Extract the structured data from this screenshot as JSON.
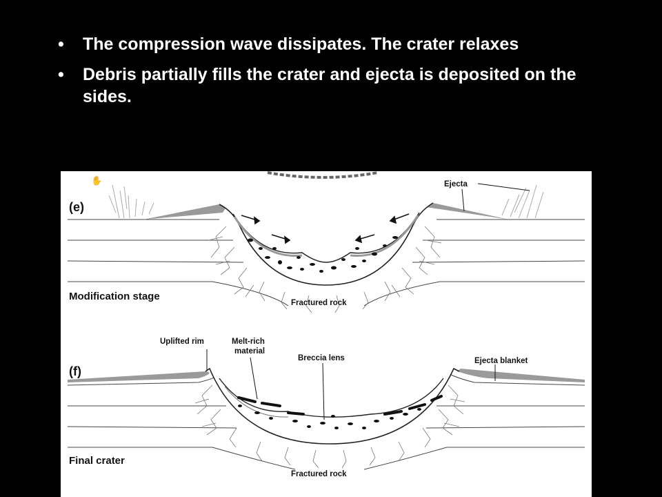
{
  "bullets": [
    "The compression wave dissipates.  The crater relaxes",
    "Debris partially fills the crater and ejecta is deposited on the sides."
  ],
  "panel_e": {
    "letter": "(e)",
    "stage": "Modification stage",
    "fractured": "Fractured rock",
    "ejecta": "Ejecta"
  },
  "panel_f": {
    "letter": "(f)",
    "stage": "Final crater",
    "fractured": "Fractured rock",
    "rim": "Uplifted rim",
    "melt_line1": "Melt-rich",
    "melt_line2": "material",
    "breccia": "Breccia lens",
    "blanket": "Ejecta blanket"
  },
  "colors": {
    "background": "#000000",
    "text": "#ffffff",
    "figure_bg": "#ffffff",
    "ejecta_gray": "#9a9a9a"
  }
}
